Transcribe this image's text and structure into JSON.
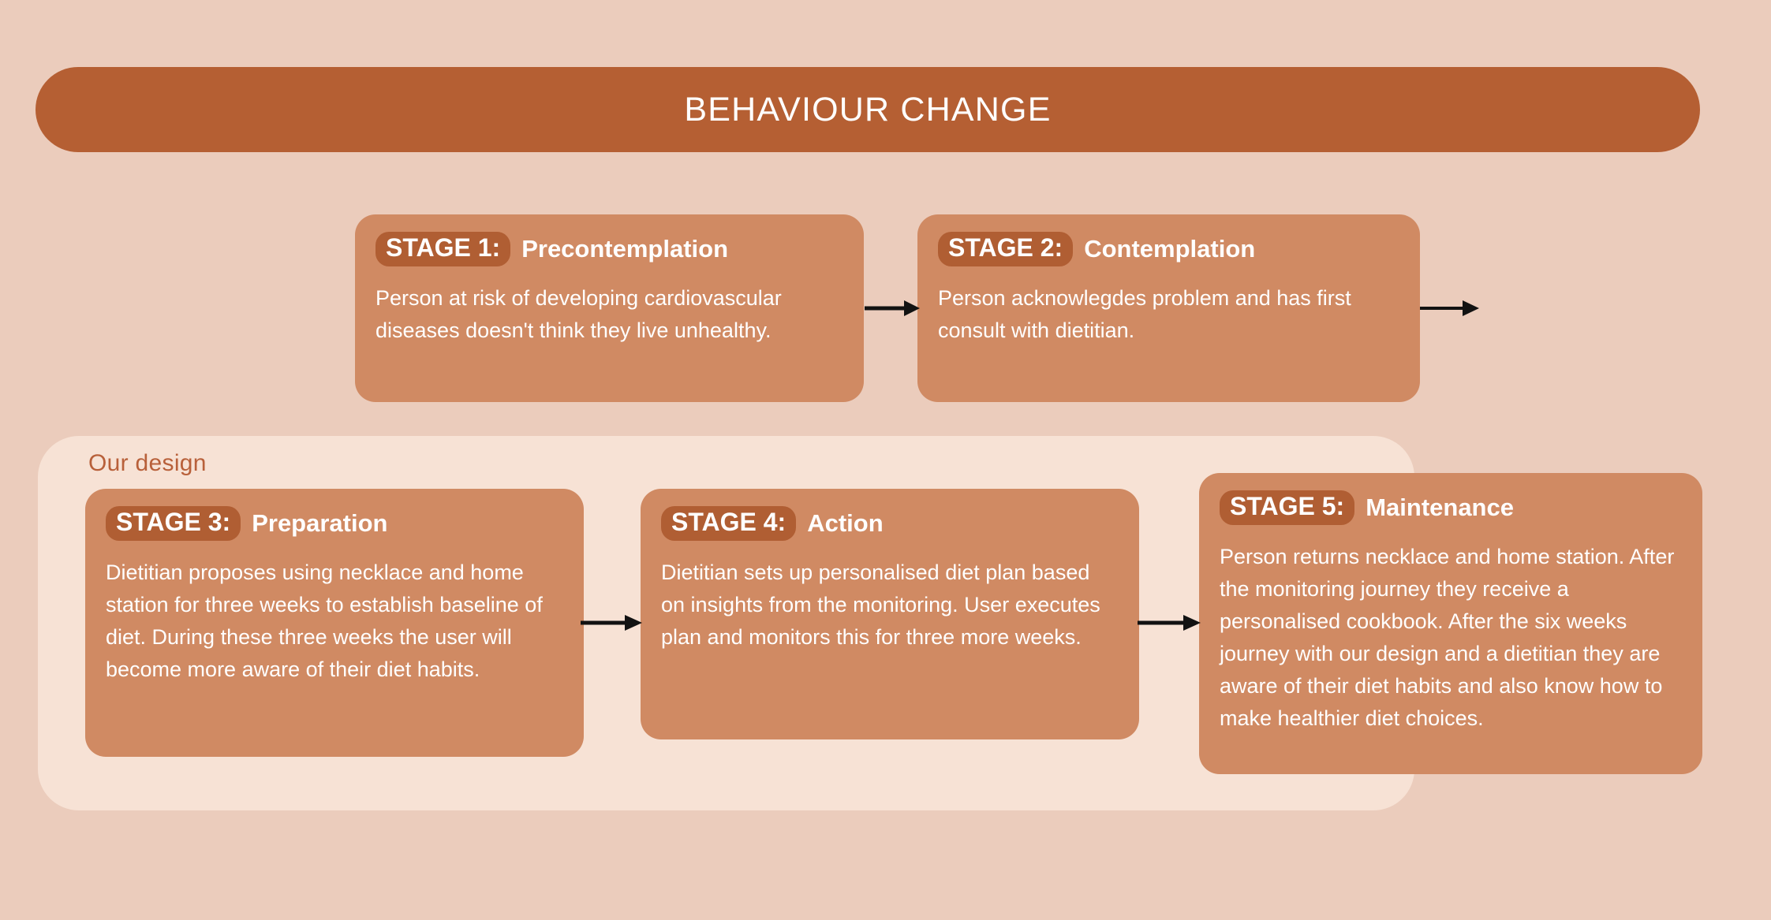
{
  "header": {
    "title": "BEHAVIOUR CHANGE"
  },
  "colors": {
    "page_background": "#EBCCBC",
    "header_bar": "#B55F33",
    "card_fill": "#D08A63",
    "pill_fill": "#B05E33",
    "panel_fill": "#F7E2D5",
    "panel_label_text": "#B8603A",
    "card_text": "#FFFFFF",
    "arrow": "#121212"
  },
  "design_panel": {
    "label": "Our design"
  },
  "stages": [
    {
      "pill": "STAGE 1:",
      "name": "Precontemplation",
      "body": "Person at risk of developing cardiovascular diseases doesn't think they live unhealthy."
    },
    {
      "pill": "STAGE 2:",
      "name": "Contemplation",
      "body": "Person acknowlegdes problem and has first consult with dietitian."
    },
    {
      "pill": "STAGE 3:",
      "name": "Preparation",
      "body": "Dietitian proposes using necklace and home station for three weeks to establish baseline of diet. During these three weeks the user will become more aware of their diet habits."
    },
    {
      "pill": "STAGE 4:",
      "name": "Action",
      "body": "Dietitian sets up personalised diet plan based on insights from the monitoring. User executes plan and monitors this for three more weeks."
    },
    {
      "pill": "STAGE 5:",
      "name": "Maintenance",
      "body": "Person returns necklace and home station. After the monitoring journey they receive a personalised cookbook. After the six weeks journey with our design and a dietitian they are aware of their diet habits and also know how to make healthier diet choices."
    }
  ],
  "connectors": [
    {
      "id": "arrow-1-2",
      "from": "STAGE 1:",
      "to": "STAGE 2:"
    },
    {
      "id": "arrow-2-next",
      "from": "STAGE 2:",
      "to": "STAGE 3:"
    },
    {
      "id": "arrow-3-4",
      "from": "STAGE 3:",
      "to": "STAGE 4:"
    },
    {
      "id": "arrow-4-5",
      "from": "STAGE 4:",
      "to": "STAGE 5:"
    }
  ]
}
